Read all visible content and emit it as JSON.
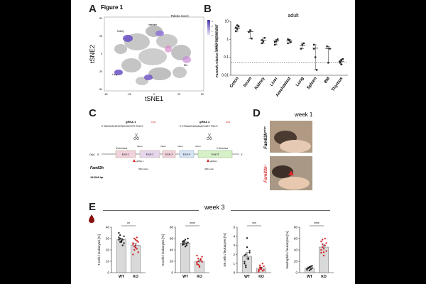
{
  "figure": {
    "title": "Figure 1"
  },
  "colors": {
    "ko_red": "#d6282c",
    "wt_bar": "#d9d9d9",
    "purple": "#6a4fc4",
    "exon_pink": "#f1d2dd",
    "exon_blue": "#d6e4f4",
    "exon_green": "#d6f0c8"
  },
  "panels": {
    "a": "A",
    "b": "B",
    "c": "C",
    "d": "D",
    "e": "E"
  },
  "panel_a": {
    "title": "Tabula muris",
    "xlabel": "tSNE1",
    "ylabel": "tSNE2",
    "legend_title": "Fam83h expression level",
    "legend_ticks": [
      "3",
      "2",
      "1",
      "0"
    ],
    "x_ticks": [
      "-50",
      "-25",
      "0",
      "25",
      "50"
    ],
    "y_ticks": [
      "50",
      "25",
      "0",
      "-25",
      "-50"
    ],
    "cluster_labels": [
      "Kidney",
      "Intestine",
      "Lung",
      "BM"
    ]
  },
  "panel_c": {
    "grna1_label": "gRNA 1",
    "grna1_seq": "5' TAGGCACATGCTACGGCCTG TGG 3'",
    "grna2_label": "gRNA 2",
    "grna2_seq": "5' CTGAACCAGAAACCCATC TGG 3'",
    "pam": "PAM",
    "dna": "DNA",
    "n_term": "N-terminus",
    "c_term": "C-terminus",
    "exons": [
      "Exon 1",
      "Exon 2",
      "Exon 3",
      "Exon 4",
      "Exon 5"
    ],
    "introns": [
      "Intron",
      "Intron",
      "Intron",
      "Intron"
    ],
    "gene": "Fam83h",
    "size": "14.844 bp",
    "grna1_marker": "gRNA 1",
    "grna2_marker": "gRNA 2",
    "orf_start": "ORF starts",
    "orf_end": "ORF ends",
    "five_prime": "5'",
    "three_prime": "3'"
  },
  "panel_d": {
    "title": "week 1",
    "wt_label": "Fam83h",
    "wt_sup": "wt/wt",
    "ko_label": "Fam83h",
    "ko_sup": "-/-"
  },
  "panel_e": {
    "title": "week 3",
    "wt": "WT",
    "ko": "KO"
  },
  "chart_data": [
    {
      "type": "scatter",
      "title": "adult",
      "ylabel": "Fam83h relative mRNA expression",
      "yscale": "log",
      "ylim": [
        0.01,
        10
      ],
      "y_ticks": [
        "10",
        "1",
        "0.1",
        "0.01"
      ],
      "categories": [
        "Colon",
        "Ileum",
        "Kidney",
        "Liver",
        "Ameloblast",
        "Lung",
        "Spleen",
        "BM",
        "Thymus"
      ],
      "means": [
        4.0,
        2.7,
        0.85,
        0.8,
        0.8,
        0.45,
        0.32,
        0.3,
        0.06
      ],
      "points": [
        [
          4.5,
          3.8,
          5.2,
          2.8,
          6.0
        ],
        [
          2.5,
          3.2,
          1.1
        ],
        [
          0.9,
          0.75,
          1.2,
          0.6
        ],
        [
          0.5,
          0.8,
          1.0,
          0.7
        ],
        [
          0.6,
          0.9,
          0.7,
          1.0
        ],
        [
          0.3,
          0.5,
          0.6
        ],
        [
          0.3,
          0.1,
          0.02,
          0.5
        ],
        [
          0.4,
          0.05,
          0.3
        ],
        [
          0.05,
          0.04,
          0.08,
          0.06,
          0.07
        ]
      ],
      "reference_line": 0.05
    },
    {
      "type": "bar",
      "ylabel": "T cells / leukocytes [%]",
      "categories": [
        "WT",
        "KO"
      ],
      "values": [
        29,
        24
      ],
      "ylim": [
        0,
        40
      ],
      "y_ticks": [
        "40",
        "30",
        "20",
        "10",
        "0"
      ],
      "points": [
        [
          31,
          33,
          27,
          29,
          26,
          35,
          30,
          28,
          24,
          32,
          29,
          27
        ],
        [
          26,
          20,
          22,
          28,
          18,
          25,
          30,
          24,
          21,
          27,
          16,
          23,
          29,
          31
        ]
      ],
      "significance": "**"
    },
    {
      "type": "bar",
      "ylabel": "B cells / leukocytes [%]",
      "categories": [
        "WT",
        "KO"
      ],
      "values": [
        52,
        20
      ],
      "ylim": [
        0,
        80
      ],
      "y_ticks": [
        "80",
        "60",
        "40",
        "20",
        "0"
      ],
      "points": [
        [
          55,
          50,
          58,
          48,
          53,
          52,
          56,
          46,
          51,
          60,
          49,
          54
        ],
        [
          18,
          25,
          12,
          22,
          28,
          15,
          20,
          10,
          24,
          19,
          30,
          14
        ]
      ],
      "significance": "****"
    },
    {
      "type": "bar",
      "ylabel": "NK cells / leukocytes [%]",
      "categories": [
        "WT",
        "KO"
      ],
      "values": [
        1.8,
        0.5
      ],
      "ylim": [
        0,
        5
      ],
      "y_ticks": [
        "5",
        "4",
        "3",
        "2",
        "1",
        "0"
      ],
      "points": [
        [
          1.2,
          2.0,
          3.8,
          1.5,
          2.4,
          1.0,
          0.8,
          2.8,
          1.6,
          2.2,
          1.9,
          0.6
        ],
        [
          0.2,
          0.6,
          0.4,
          1.0,
          0.3,
          0.1,
          0.8,
          0.5,
          0.2,
          0.7,
          0.3,
          0.4
        ]
      ],
      "significance": "***"
    },
    {
      "type": "bar",
      "ylabel": "Neutrophils / leukocytes [%]",
      "categories": [
        "WT",
        "KO"
      ],
      "values": [
        8,
        45
      ],
      "ylim": [
        0,
        80
      ],
      "y_ticks": [
        "80",
        "60",
        "40",
        "20",
        "0"
      ],
      "points": [
        [
          5,
          8,
          10,
          6,
          12,
          7,
          9,
          4,
          11,
          8
        ],
        [
          35,
          50,
          42,
          60,
          38,
          55,
          45,
          30,
          48,
          52,
          40,
          58,
          36
        ]
      ],
      "significance": "****"
    }
  ]
}
